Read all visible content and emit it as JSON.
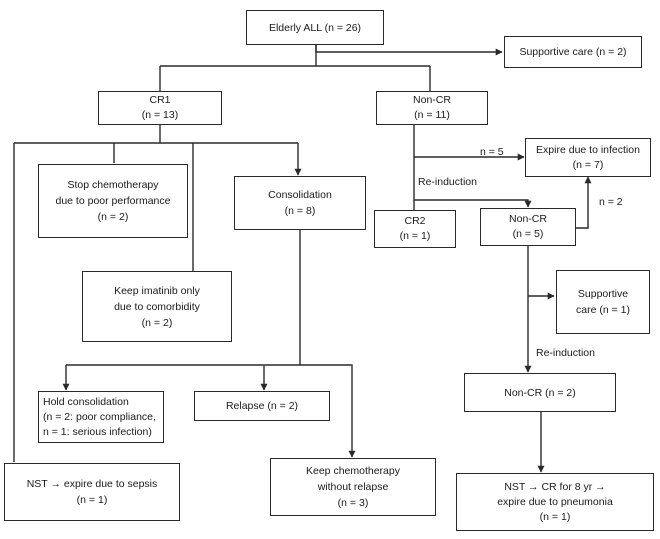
{
  "nodes": {
    "elderly": {
      "lines": [
        "Elderly ALL  (n = 26)"
      ]
    },
    "supportive1": {
      "lines": [
        "Supportive care  (n = 2)"
      ]
    },
    "cr1": {
      "lines": [
        "CR1",
        "(n = 13)"
      ]
    },
    "noncr1": {
      "lines": [
        "Non-CR",
        "(n = 11)"
      ]
    },
    "stopchemo": {
      "lines": [
        "Stop chemotherapy",
        "due to poor performance",
        "(n = 2)"
      ]
    },
    "consolidation": {
      "lines": [
        "Consolidation",
        "(n = 8)"
      ]
    },
    "imatinib": {
      "lines": [
        "Keep imatinib only",
        "due to comorbidity",
        "(n = 2)"
      ]
    },
    "holdcons": {
      "lines": [
        "Hold consolidation",
        "(n = 2: poor compliance,",
        "n = 1: serious infection)"
      ]
    },
    "relapse": {
      "lines": [
        "Relapse  (n = 2)"
      ]
    },
    "keepchemo": {
      "lines": [
        "Keep chemotherapy",
        "without relapse",
        "(n = 3)"
      ]
    },
    "nst1": {
      "lines": [
        "NST  →  expire due to sepsis",
        "(n = 1)"
      ]
    },
    "expireinf": {
      "lines": [
        "Expire due to infection",
        "(n = 7)"
      ]
    },
    "cr2": {
      "lines": [
        "CR2",
        "(n = 1)"
      ]
    },
    "noncr2": {
      "lines": [
        "Non-CR",
        "(n = 5)"
      ]
    },
    "supportive2": {
      "lines": [
        "Supportive",
        "care  (n = 1)"
      ]
    },
    "noncr3": {
      "lines": [
        "Non-CR  (n = 2)"
      ]
    },
    "nst2": {
      "lines": [
        "NST  →  CR for 8 yr →",
        "expire due to pneumonia",
        "(n = 1)"
      ]
    }
  },
  "edge_labels": {
    "n5": "n = 5",
    "n2": "n = 2",
    "reinduction1": "Re-induction",
    "reinduction2": "Re-induction"
  }
}
